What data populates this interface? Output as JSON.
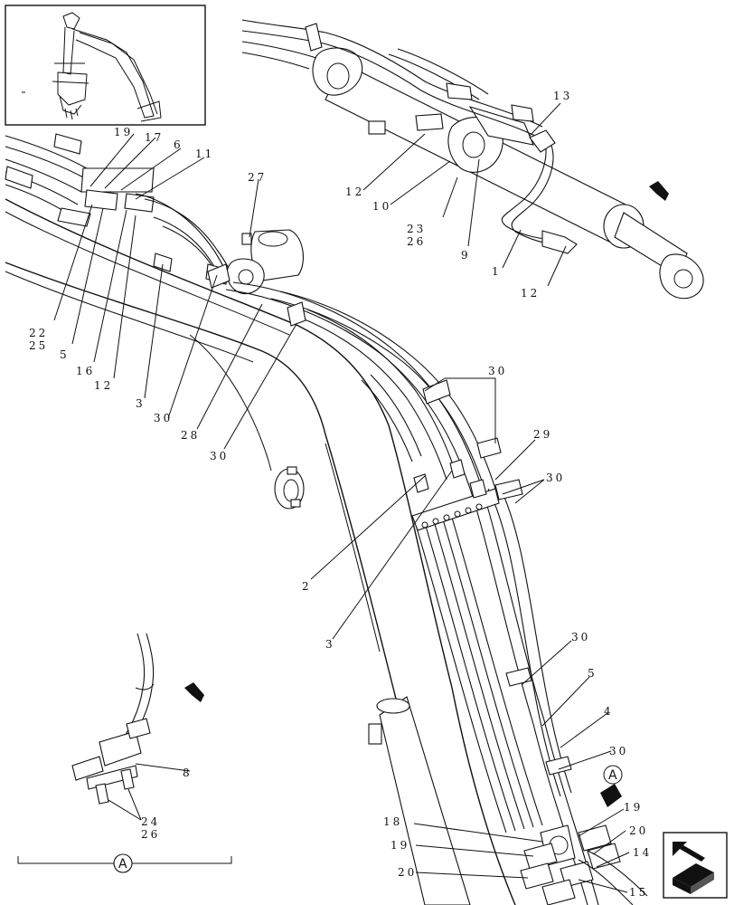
{
  "diagram": {
    "callouts": [
      {
        "id": "c13a",
        "text": "13"
      },
      {
        "id": "c12a",
        "text": "12"
      },
      {
        "id": "c10",
        "text": "10"
      },
      {
        "id": "c23a",
        "text": "23"
      },
      {
        "id": "c26a",
        "text": "26"
      },
      {
        "id": "c9",
        "text": "9"
      },
      {
        "id": "c1",
        "text": "1"
      },
      {
        "id": "c12b",
        "text": "12"
      },
      {
        "id": "c19a",
        "text": "19"
      },
      {
        "id": "c17",
        "text": "17"
      },
      {
        "id": "c6",
        "text": "6"
      },
      {
        "id": "c11",
        "text": "11"
      },
      {
        "id": "c27",
        "text": "27"
      },
      {
        "id": "c22",
        "text": "22"
      },
      {
        "id": "c25",
        "text": "25"
      },
      {
        "id": "c5a",
        "text": "5"
      },
      {
        "id": "c16",
        "text": "16"
      },
      {
        "id": "c12c",
        "text": "12"
      },
      {
        "id": "c3a",
        "text": "3"
      },
      {
        "id": "c30a",
        "text": "30"
      },
      {
        "id": "c28",
        "text": "28"
      },
      {
        "id": "c30b",
        "text": "30"
      },
      {
        "id": "c30c",
        "text": "30"
      },
      {
        "id": "c29",
        "text": "29"
      },
      {
        "id": "c30d",
        "text": "30"
      },
      {
        "id": "c2",
        "text": "2"
      },
      {
        "id": "c3b",
        "text": "3"
      },
      {
        "id": "c30e",
        "text": "30"
      },
      {
        "id": "c5b",
        "text": "5"
      },
      {
        "id": "c4",
        "text": "4"
      },
      {
        "id": "c30f",
        "text": "30"
      },
      {
        "id": "c19b",
        "text": "19"
      },
      {
        "id": "c20a",
        "text": "20"
      },
      {
        "id": "c14",
        "text": "14"
      },
      {
        "id": "c15",
        "text": "15"
      },
      {
        "id": "c18",
        "text": "18"
      },
      {
        "id": "c19c",
        "text": "19"
      },
      {
        "id": "c20b",
        "text": "20"
      },
      {
        "id": "c8",
        "text": "8"
      },
      {
        "id": "c24",
        "text": "24"
      },
      {
        "id": "c26b",
        "text": "26"
      }
    ],
    "view_markers": {
      "top_marker": "A",
      "bottom_marker": "A"
    },
    "icons": {
      "direction_arrow": "direction-arrow-icon",
      "next_page": "next-page-icon"
    }
  }
}
